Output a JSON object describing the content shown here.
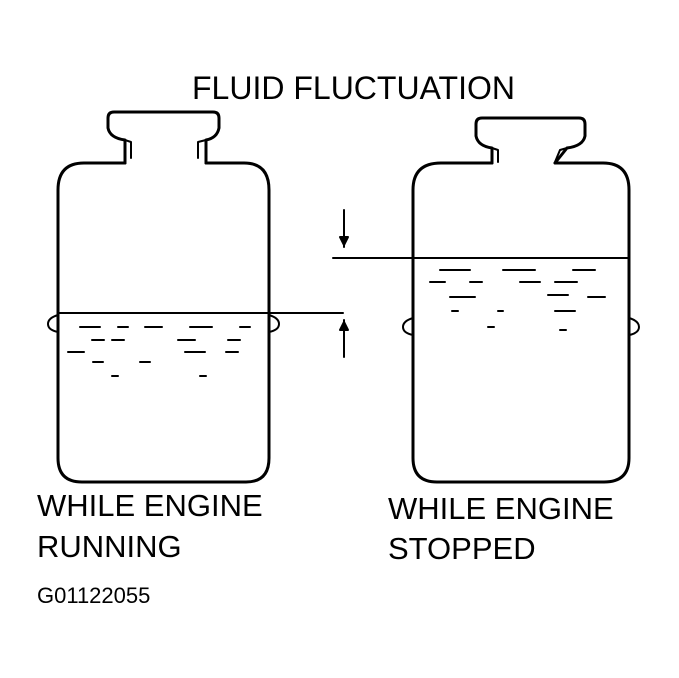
{
  "title": "FLUID FLUCTUATION",
  "left_tank": {
    "caption_line1": "WHILE ENGINE",
    "caption_line2": "RUNNING"
  },
  "right_tank": {
    "caption_line1": "WHILE ENGINE",
    "caption_line2": "STOPPED"
  },
  "figure_code": "G01122055",
  "colors": {
    "ink": "#000000",
    "background": "#ffffff"
  }
}
